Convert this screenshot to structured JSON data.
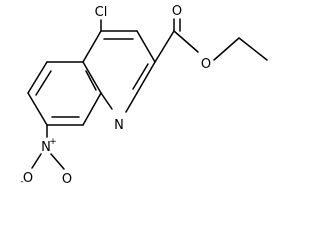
{
  "structure": {
    "atoms": {
      "cl": "Cl",
      "o_carbonyl": "O",
      "o_ester": "O",
      "n_ring": "N",
      "n_nitro": "N",
      "o_nitro_top": "O",
      "o_nitro_bottom": "O",
      "nitro_plus": "+",
      "nitro_minus": "-"
    }
  }
}
